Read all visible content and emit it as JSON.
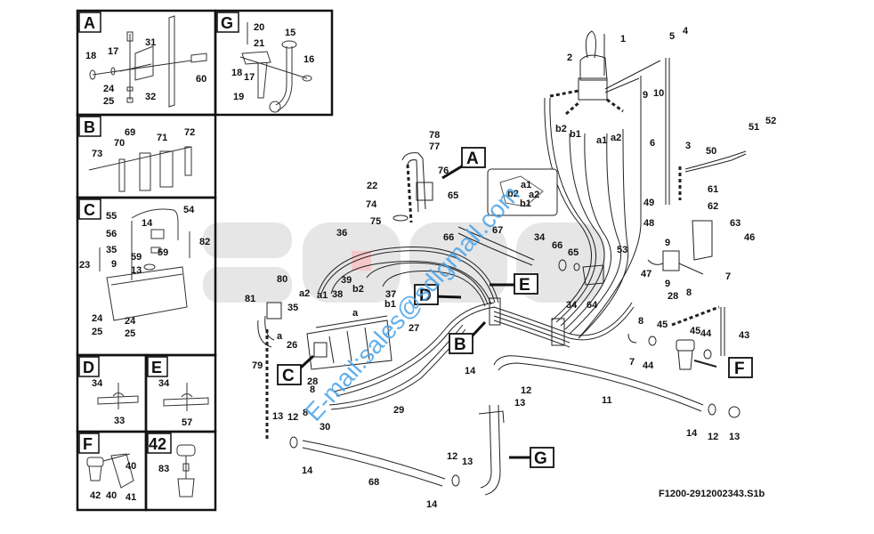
{
  "drawing": {
    "code": "F1200-2912002343.S1b",
    "watermark_text": "E-mail:sales@sdlgmall.com",
    "watermark_logo": "SDLG",
    "colors": {
      "ink": "#111111",
      "watermark_blue": "#4aa3e8",
      "logo_gray": "#e6e6e6",
      "logo_red": "#f4c7c9",
      "background": "#ffffff"
    }
  },
  "detail_panels": [
    {
      "id": "A",
      "letter": "A",
      "labels": [
        "31",
        "17",
        "18",
        "24",
        "25",
        "32",
        "60"
      ]
    },
    {
      "id": "G",
      "letter": "G",
      "labels": [
        "20",
        "21",
        "15",
        "16",
        "18",
        "17",
        "19"
      ]
    },
    {
      "id": "B",
      "letter": "B",
      "labels": [
        "69",
        "70",
        "71",
        "72",
        "73"
      ]
    },
    {
      "id": "C",
      "letter": "C",
      "labels": [
        "55",
        "54",
        "14",
        "56",
        "82",
        "35",
        "59",
        "59",
        "23",
        "9",
        "13",
        "24",
        "24",
        "25",
        "25"
      ]
    },
    {
      "id": "D",
      "letter": "D",
      "labels": [
        "34",
        "33"
      ]
    },
    {
      "id": "E",
      "letter": "E",
      "labels": [
        "34",
        "57"
      ]
    },
    {
      "id": "F",
      "letter": "F",
      "labels": [
        "40",
        "42",
        "40",
        "41"
      ]
    },
    {
      "id": "42",
      "letter": "42",
      "labels": [
        "83"
      ]
    }
  ],
  "callouts": {
    "A": "A",
    "B": "B",
    "C": "C",
    "D": "D",
    "E": "E",
    "F": "F",
    "G": "G"
  },
  "port_labels": {
    "a": "a",
    "a1": "a1",
    "a2": "a2",
    "b1": "b1",
    "b2": "b2"
  },
  "main_labels": {
    "n1": "1",
    "n2": "2",
    "n3": "3",
    "n4": "4",
    "n5": "5",
    "n6": "6",
    "n7a": "7",
    "n7b": "7",
    "n8a": "8",
    "n8b": "8",
    "n8c": "8",
    "n8d": "8",
    "n9a": "9",
    "n9b": "9",
    "n9c": "9",
    "n10": "10",
    "n11": "11",
    "n12a": "12",
    "n12b": "12",
    "n12c": "12",
    "n12d": "12",
    "n13a": "13",
    "n13b": "13",
    "n13c": "13",
    "n13d": "13",
    "n14a": "14",
    "n14b": "14",
    "n14c": "14",
    "n14d": "14",
    "n22": "22",
    "n26": "26",
    "n27": "27",
    "n28a": "28",
    "n28b": "28",
    "n29": "29",
    "n30": "30",
    "n34a": "34",
    "n34b": "34",
    "n35": "35",
    "n36": "36",
    "n37": "37",
    "n38": "38",
    "n39": "39",
    "n43": "43",
    "n44a": "44",
    "n44b": "44",
    "n45a": "45",
    "n45b": "45",
    "n46": "46",
    "n47": "47",
    "n48": "48",
    "n49": "49",
    "n50": "50",
    "n51": "51",
    "n52": "52",
    "n53": "53",
    "n61": "61",
    "n62": "62",
    "n63": "63",
    "n64": "64",
    "n65a": "65",
    "n65b": "65",
    "n66a": "66",
    "n66b": "66",
    "n67": "67",
    "n68": "68",
    "n74": "74",
    "n75": "75",
    "n76": "76",
    "n77": "77",
    "n78": "78",
    "n79": "79",
    "n80": "80",
    "n81": "81"
  },
  "inset_plate": {
    "labels": [
      "a1",
      "b2",
      "a2",
      "b1"
    ]
  }
}
